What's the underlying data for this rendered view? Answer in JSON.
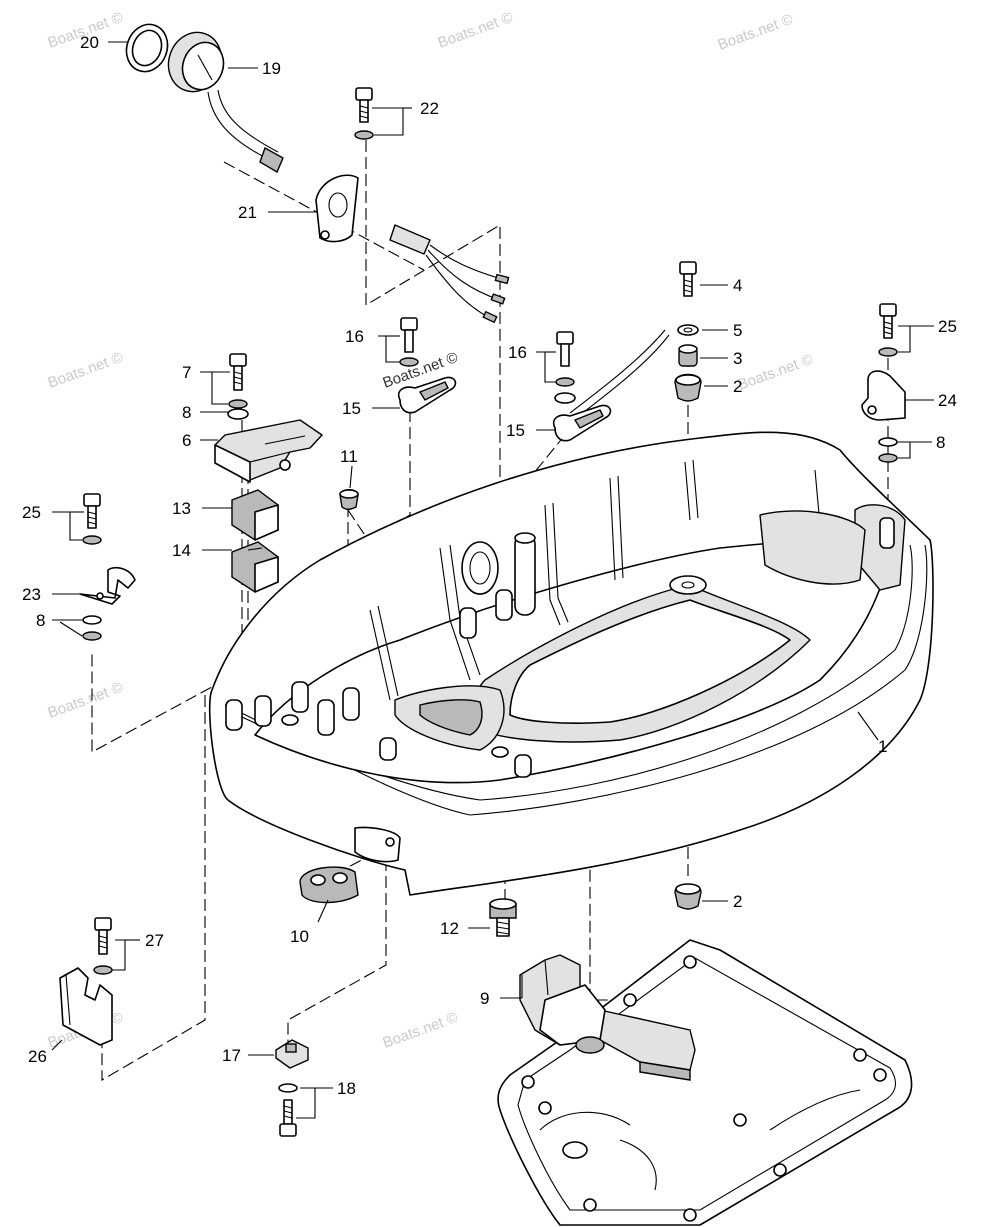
{
  "watermark_text": "Boats.net ©",
  "callouts": {
    "c1": "1",
    "c2a": "2",
    "c2b": "2",
    "c3": "3",
    "c4": "4",
    "c5": "5",
    "c6": "6",
    "c7": "7",
    "c8a": "8",
    "c8b": "8",
    "c8c": "8",
    "c9": "9",
    "c10": "10",
    "c11": "11",
    "c12": "12",
    "c13": "13",
    "c14": "14",
    "c15a": "15",
    "c15b": "15",
    "c16a": "16",
    "c16b": "16",
    "c17": "17",
    "c18": "18",
    "c19": "19",
    "c20": "20",
    "c21": "21",
    "c22": "22",
    "c23": "23",
    "c24": "24",
    "c25a": "25",
    "c25b": "25",
    "c26": "26",
    "c27": "27"
  }
}
